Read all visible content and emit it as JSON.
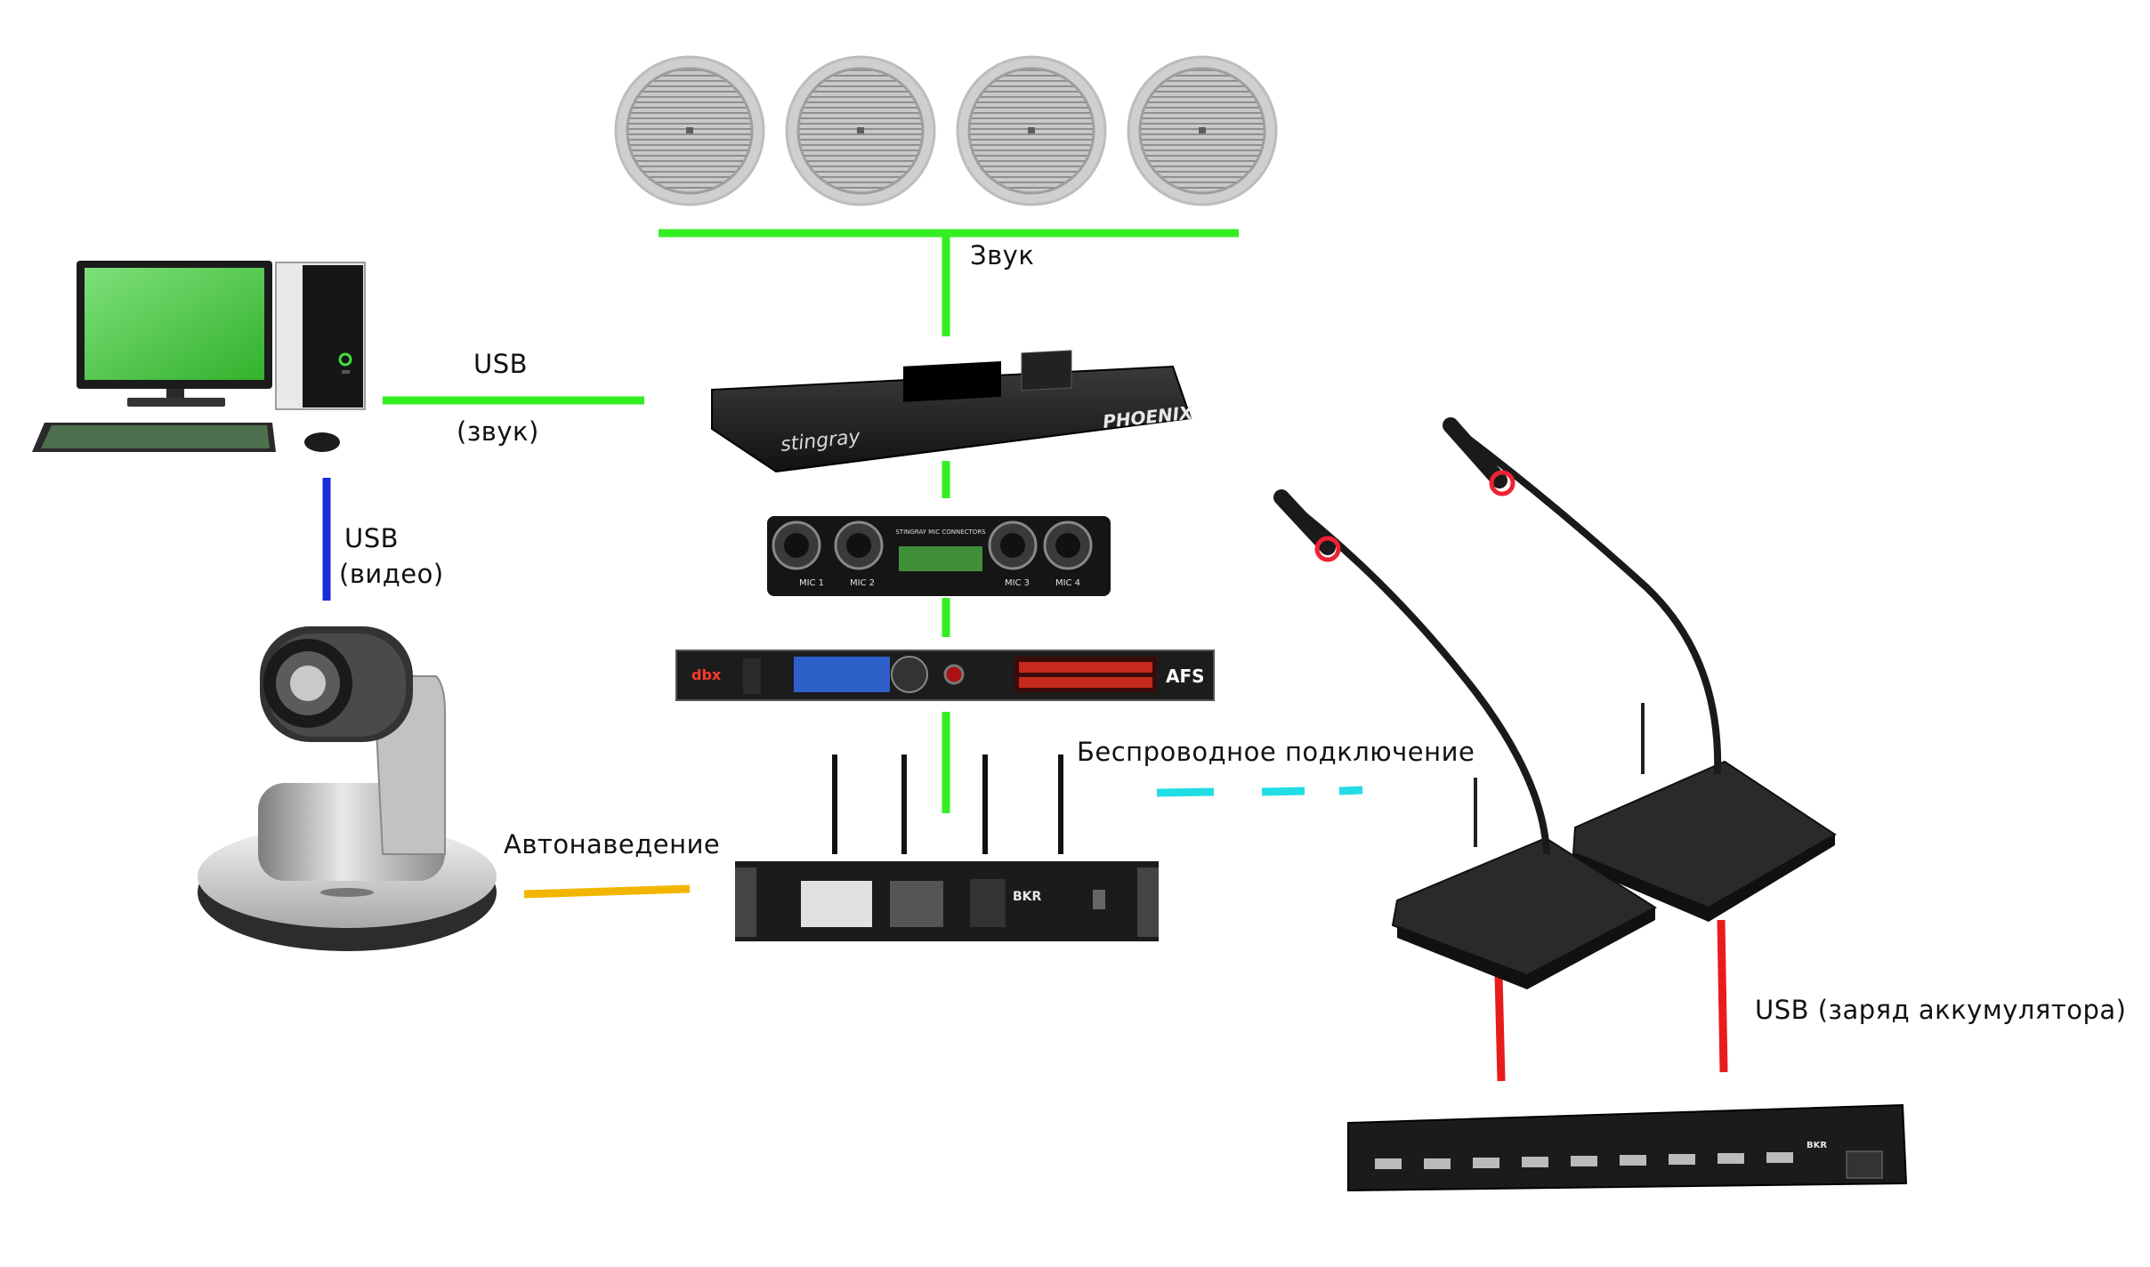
{
  "labels": {
    "sound": "Звук",
    "usb_sound_line1": "USB",
    "usb_sound_line2": "(звук)",
    "usb_video_line1": "USB",
    "usb_video_line2": "(видео)",
    "wireless": "Беспроводное подключение",
    "autotracking": "Автонаведение",
    "usb_charge": "USB (заряд аккумулятора)"
  },
  "devices": {
    "processor_brand": "stingray",
    "processor_logo": "PHOENIX",
    "mic_connector_title": "STINGRAY MIC CONNECTORS",
    "mic_labels": [
      "MIC 1",
      "MIC 2",
      "MIC 3",
      "MIC 4"
    ],
    "afs_brand": "dbx",
    "afs_logo": "AFS",
    "wireless_brand": "BKR",
    "charger_brand": "BKR"
  },
  "colors": {
    "sound_link": "#33ee22",
    "video_link": "#1a2bd9",
    "autotrack_link": "#f2b600",
    "wireless_link": "#22dde4",
    "charge_link": "#e81c1c"
  }
}
